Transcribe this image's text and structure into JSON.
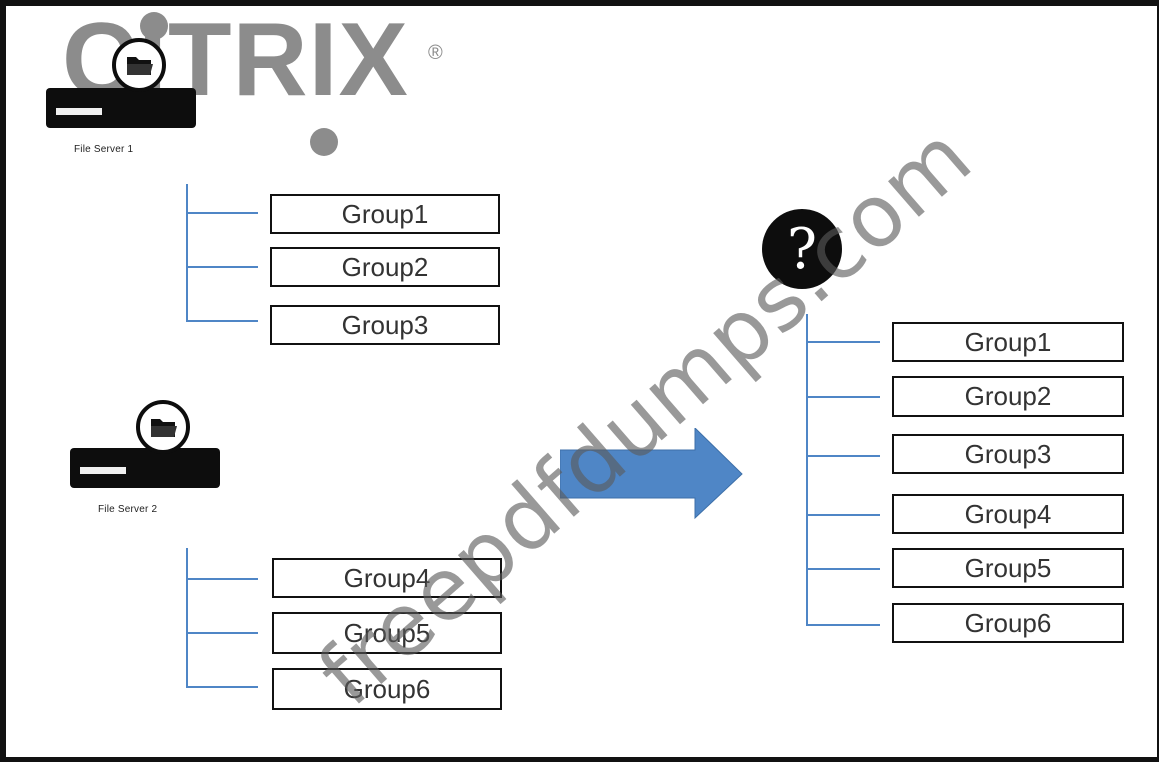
{
  "logo": {
    "text": "CITRIX",
    "registered": "®"
  },
  "watermark": "freepdfdumps.com",
  "colors": {
    "tree_line": "#4f86c6",
    "arrow": "#4f86c6",
    "logo_gray": "#8c8c8c"
  },
  "servers": [
    {
      "label": "File Server 1",
      "icon": "file-server-icon"
    },
    {
      "label": "File Server 2",
      "icon": "file-server-icon"
    }
  ],
  "source_groups": {
    "server1": [
      "Group1",
      "Group2",
      "Group3"
    ],
    "server2": [
      "Group4",
      "Group5",
      "Group6"
    ]
  },
  "target": {
    "icon": "question-mark-icon",
    "question_mark": "?",
    "groups": [
      "Group1",
      "Group2",
      "Group3",
      "Group4",
      "Group5",
      "Group6"
    ]
  },
  "arrow_icon": "right-arrow-icon"
}
